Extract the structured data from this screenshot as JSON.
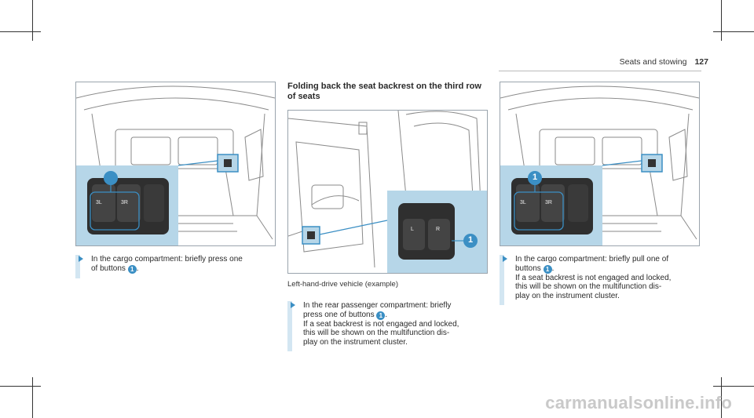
{
  "header": {
    "section": "Seats and stowing",
    "page_number": "127"
  },
  "column_middle": {
    "title": "Folding back the seat backrest on the third row of seats",
    "caption": "Left-hand-drive vehicle (example)"
  },
  "steps": {
    "left": {
      "line1": "In the cargo compartment: briefly press one",
      "line2a": "of buttons",
      "line2b": "."
    },
    "middle": {
      "line1": "In the rear passenger compartment: briefly",
      "line2a": "press one of buttons",
      "line2b": ".",
      "line3": "If a seat backrest is not engaged and locked,",
      "line4": "this will be shown on the multifunction dis-",
      "line5": "play on the instrument cluster."
    },
    "right": {
      "line1": "In the cargo compartment: briefly pull one of",
      "line2a": "buttons",
      "line2b": ".",
      "line3": "If a seat backrest is not engaged and locked,",
      "line4": "this will be shown on the multifunction dis-",
      "line5": "play on the instrument cluster."
    }
  },
  "callout_number": "1",
  "button_labels": {
    "b3l": "3L",
    "b3r": "3R",
    "l": "L",
    "r": "R"
  },
  "colors": {
    "accent": "#3b8fc4",
    "inset_bg": "#b6d6e8",
    "step_bar": "#d3e6f2"
  },
  "watermark": "carmanualsonline.info"
}
